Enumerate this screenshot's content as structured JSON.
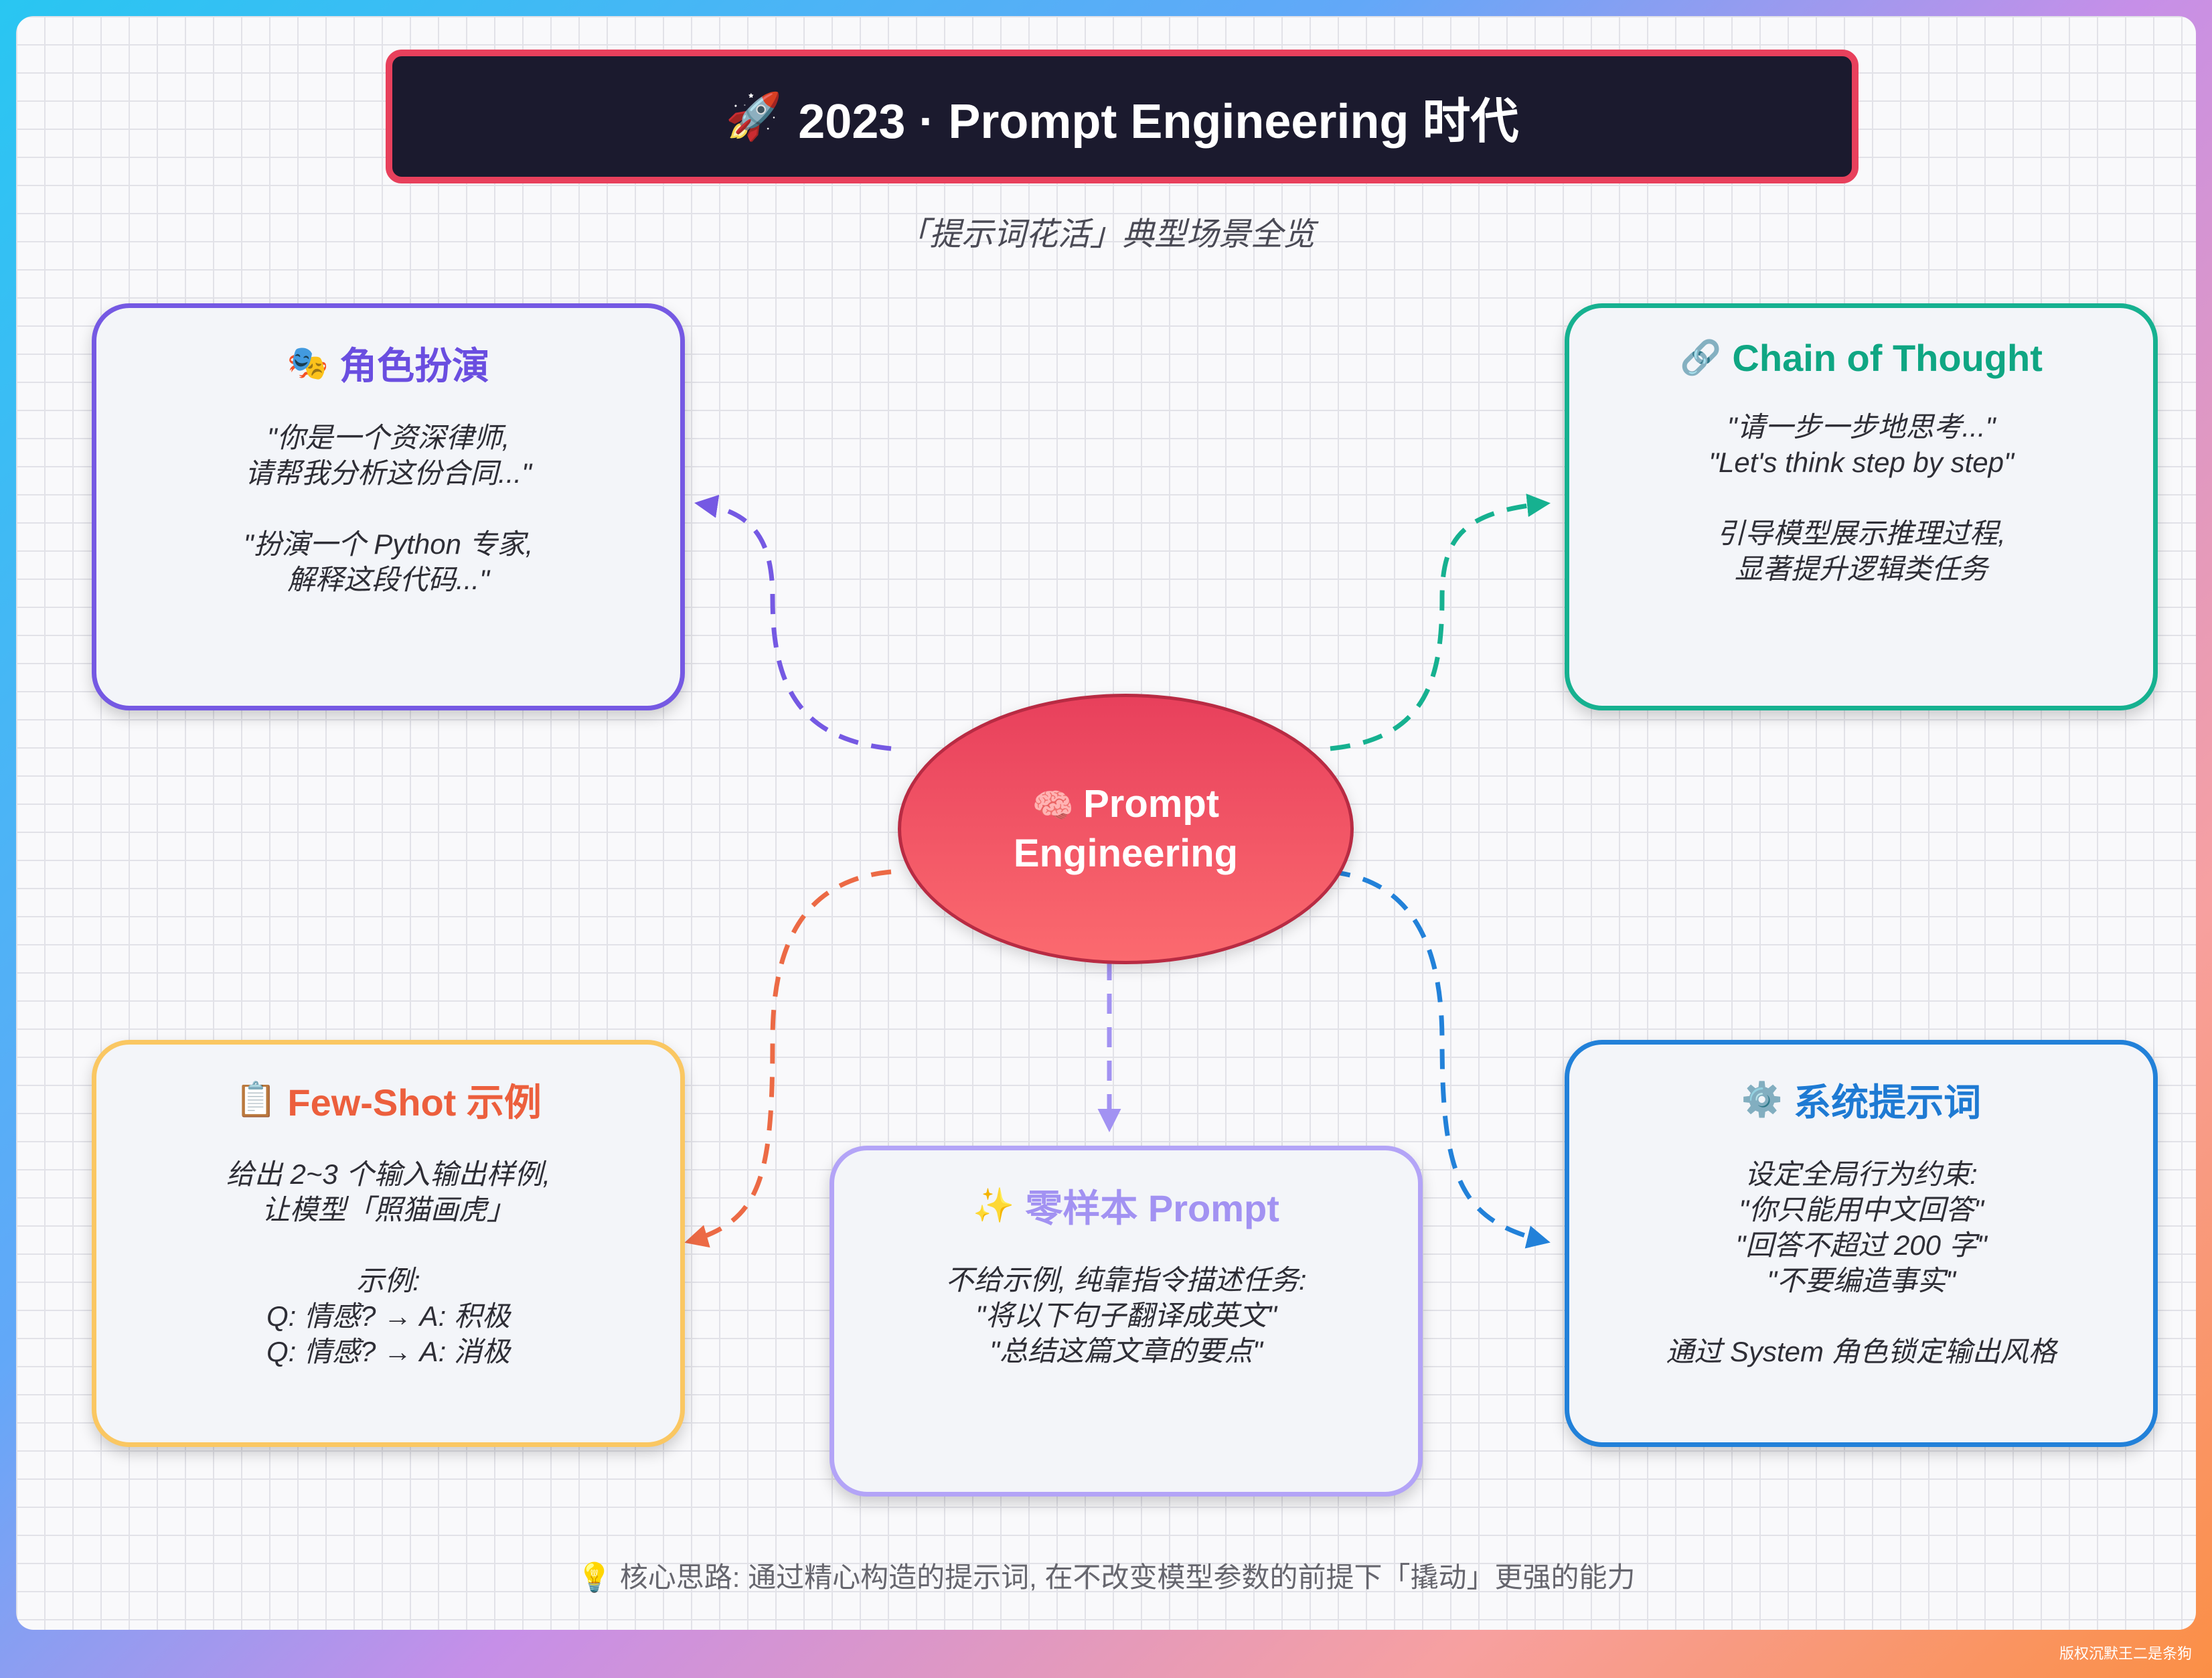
{
  "header": {
    "icon": "rocket-icon",
    "icon_glyph": "🚀",
    "title": "2023 · Prompt Engineering 时代",
    "subtitle": "「提示词花活」典型场景全览"
  },
  "center": {
    "icon": "brain-icon",
    "icon_glyph": "🧠",
    "line1": "Prompt",
    "line2": "Engineering",
    "color": "#e8405c"
  },
  "nodes": {
    "role_play": {
      "icon": "theater-masks-icon",
      "icon_glyph": "🎭",
      "title": "角色扮演",
      "color": "#7559e3",
      "lines": [
        "\"你是一个资深律师,",
        "请帮我分析这份合同...\"",
        "",
        "\"扮演一个 Python 专家,",
        "解释这段代码...\""
      ]
    },
    "chain_of_thought": {
      "icon": "link-icon",
      "icon_glyph": "🔗",
      "title": "Chain of Thought",
      "color": "#16b190",
      "lines": [
        "\"请一步一步地思考...\"",
        "\"Let's think step by step\"",
        "",
        "引导模型展示推理过程,",
        "显著提升逻辑类任务"
      ]
    },
    "few_shot": {
      "icon": "clipboard-icon",
      "icon_glyph": "📋",
      "title": "Few-Shot 示例",
      "color": "#ec5f3d",
      "lines": [
        "给出 2~3 个输入输出样例,",
        "让模型「照猫画虎」",
        "",
        "示例:",
        "Q: 情感? → A: 积极",
        "Q: 情感? → A: 消极"
      ]
    },
    "zero_shot": {
      "icon": "sparkles-icon",
      "icon_glyph": "✨",
      "title": "零样本 Prompt",
      "color": "#a292f2",
      "lines": [
        "不给示例, 纯靠指令描述任务:",
        "\"将以下句子翻译成英文\"",
        "\"总结这篇文章的要点\""
      ]
    },
    "system_prompt": {
      "icon": "gear-icon",
      "icon_glyph": "⚙️",
      "title": "系统提示词",
      "color": "#1e7ad3",
      "lines": [
        "设定全局行为约束:",
        "\"你只能用中文回答\"",
        "\"回答不超过 200 字\"",
        "\"不要编造事实\"",
        "",
        "通过 System 角色锁定输出风格"
      ]
    }
  },
  "footer": {
    "icon": "lightbulb-icon",
    "icon_glyph": "💡",
    "text": "核心思路: 通过精心构造的提示词, 在不改变模型参数的前提下「撬动」更强的能力"
  },
  "watermark": "版权沉默王二是条狗"
}
